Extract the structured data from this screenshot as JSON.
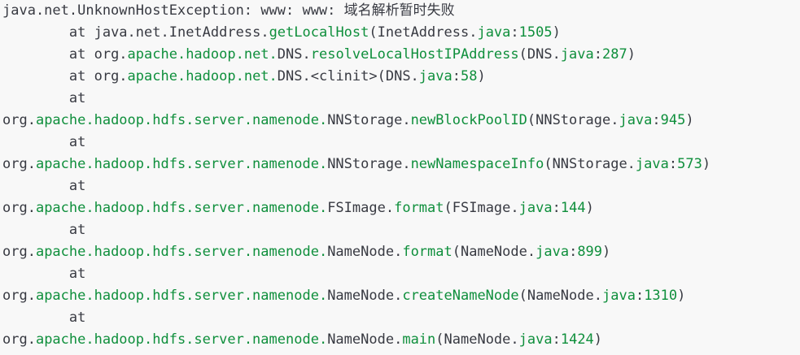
{
  "lines": [
    [
      {
        "t": "java.net.UnknownHostException: www: www: 域名解析暂时失败",
        "c": "plain"
      }
    ],
    [
      {
        "t": "        at ",
        "c": "plain"
      },
      {
        "t": "java.net.",
        "c": "plain"
      },
      {
        "t": "InetAddress",
        "c": "plain"
      },
      {
        "t": ".",
        "c": "plain"
      },
      {
        "t": "getLocalHost",
        "c": "pkg"
      },
      {
        "t": "(InetAddress.",
        "c": "plain"
      },
      {
        "t": "java",
        "c": "pkg"
      },
      {
        "t": ":",
        "c": "plain"
      },
      {
        "t": "1505",
        "c": "num"
      },
      {
        "t": ")",
        "c": "plain"
      }
    ],
    [
      {
        "t": "        at ",
        "c": "plain"
      },
      {
        "t": "org.",
        "c": "plain"
      },
      {
        "t": "apache.hadoop.net.",
        "c": "pkg"
      },
      {
        "t": "DNS",
        "c": "plain"
      },
      {
        "t": ".",
        "c": "plain"
      },
      {
        "t": "resolveLocalHostIPAddress",
        "c": "pkg"
      },
      {
        "t": "(DNS.",
        "c": "plain"
      },
      {
        "t": "java",
        "c": "pkg"
      },
      {
        "t": ":",
        "c": "plain"
      },
      {
        "t": "287",
        "c": "num"
      },
      {
        "t": ")",
        "c": "plain"
      }
    ],
    [
      {
        "t": "        at ",
        "c": "plain"
      },
      {
        "t": "org.",
        "c": "plain"
      },
      {
        "t": "apache.hadoop.net.",
        "c": "pkg"
      },
      {
        "t": "DNS",
        "c": "plain"
      },
      {
        "t": ".<clinit>(DNS.",
        "c": "plain"
      },
      {
        "t": "java",
        "c": "pkg"
      },
      {
        "t": ":",
        "c": "plain"
      },
      {
        "t": "58",
        "c": "num"
      },
      {
        "t": ")",
        "c": "plain"
      }
    ],
    [
      {
        "t": "        at",
        "c": "plain"
      }
    ],
    [
      {
        "t": "org.",
        "c": "plain"
      },
      {
        "t": "apache.hadoop.hdfs.server.namenode.",
        "c": "pkg"
      },
      {
        "t": "NNStorage",
        "c": "plain"
      },
      {
        "t": ".",
        "c": "plain"
      },
      {
        "t": "newBlockPoolID",
        "c": "pkg"
      },
      {
        "t": "(NNStorage.",
        "c": "plain"
      },
      {
        "t": "java",
        "c": "pkg"
      },
      {
        "t": ":",
        "c": "plain"
      },
      {
        "t": "945",
        "c": "num"
      },
      {
        "t": ")",
        "c": "plain"
      }
    ],
    [
      {
        "t": "        at",
        "c": "plain"
      }
    ],
    [
      {
        "t": "org.",
        "c": "plain"
      },
      {
        "t": "apache.hadoop.hdfs.server.namenode.",
        "c": "pkg"
      },
      {
        "t": "NNStorage",
        "c": "plain"
      },
      {
        "t": ".",
        "c": "plain"
      },
      {
        "t": "newNamespaceInfo",
        "c": "pkg"
      },
      {
        "t": "(NNStorage.",
        "c": "plain"
      },
      {
        "t": "java",
        "c": "pkg"
      },
      {
        "t": ":",
        "c": "plain"
      },
      {
        "t": "573",
        "c": "num"
      },
      {
        "t": ")",
        "c": "plain"
      }
    ],
    [
      {
        "t": "        at",
        "c": "plain"
      }
    ],
    [
      {
        "t": "org.",
        "c": "plain"
      },
      {
        "t": "apache.hadoop.hdfs.server.namenode.",
        "c": "pkg"
      },
      {
        "t": "FSImage",
        "c": "plain"
      },
      {
        "t": ".",
        "c": "plain"
      },
      {
        "t": "format",
        "c": "pkg"
      },
      {
        "t": "(FSImage.",
        "c": "plain"
      },
      {
        "t": "java",
        "c": "pkg"
      },
      {
        "t": ":",
        "c": "plain"
      },
      {
        "t": "144",
        "c": "num"
      },
      {
        "t": ")",
        "c": "plain"
      }
    ],
    [
      {
        "t": "        at",
        "c": "plain"
      }
    ],
    [
      {
        "t": "org.",
        "c": "plain"
      },
      {
        "t": "apache.hadoop.hdfs.server.namenode.",
        "c": "pkg"
      },
      {
        "t": "NameNode",
        "c": "plain"
      },
      {
        "t": ".",
        "c": "plain"
      },
      {
        "t": "format",
        "c": "pkg"
      },
      {
        "t": "(NameNode.",
        "c": "plain"
      },
      {
        "t": "java",
        "c": "pkg"
      },
      {
        "t": ":",
        "c": "plain"
      },
      {
        "t": "899",
        "c": "num"
      },
      {
        "t": ")",
        "c": "plain"
      }
    ],
    [
      {
        "t": "        at",
        "c": "plain"
      }
    ],
    [
      {
        "t": "org.",
        "c": "plain"
      },
      {
        "t": "apache.hadoop.hdfs.server.namenode.",
        "c": "pkg"
      },
      {
        "t": "NameNode",
        "c": "plain"
      },
      {
        "t": ".",
        "c": "plain"
      },
      {
        "t": "createNameNode",
        "c": "pkg"
      },
      {
        "t": "(NameNode.",
        "c": "plain"
      },
      {
        "t": "java",
        "c": "pkg"
      },
      {
        "t": ":",
        "c": "plain"
      },
      {
        "t": "1310",
        "c": "num"
      },
      {
        "t": ")",
        "c": "plain"
      }
    ],
    [
      {
        "t": "        at",
        "c": "plain"
      }
    ],
    [
      {
        "t": "org.",
        "c": "plain"
      },
      {
        "t": "apache.hadoop.hdfs.server.namenode.",
        "c": "pkg"
      },
      {
        "t": "NameNode",
        "c": "plain"
      },
      {
        "t": ".",
        "c": "plain"
      },
      {
        "t": "main",
        "c": "pkg"
      },
      {
        "t": "(NameNode.",
        "c": "plain"
      },
      {
        "t": "java",
        "c": "pkg"
      },
      {
        "t": ":",
        "c": "plain"
      },
      {
        "t": "1424",
        "c": "num"
      },
      {
        "t": ")",
        "c": "plain"
      }
    ]
  ]
}
